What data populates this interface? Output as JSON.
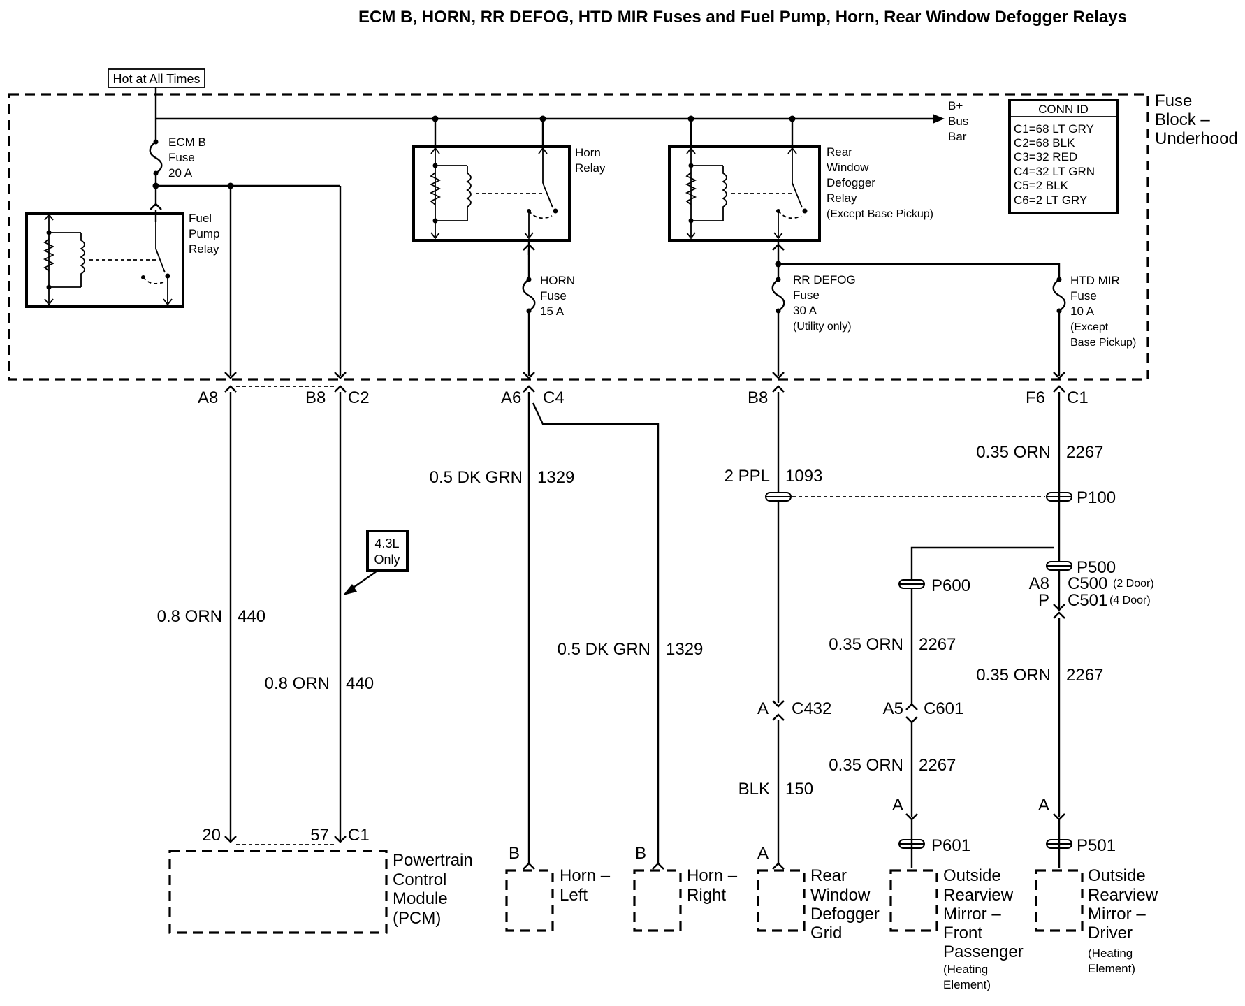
{
  "title": "ECM B, HORN, RR DEFOG, HTD MIR Fuses and Fuel Pump, Horn, Rear Window Defogger Relays",
  "hot_label": "Hot at All Times",
  "fuse_block": [
    "Fuse",
    "Block –",
    "Underhood"
  ],
  "bus_bar": [
    "B+",
    "Bus",
    "Bar"
  ],
  "conn_id": {
    "heading": "CONN ID",
    "rows": [
      "C1=68 LT GRY",
      "C2=68 BLK",
      "C3=32 RED",
      "C4=32 LT GRN",
      "C5=2 BLK",
      "C6=2 LT GRY"
    ]
  },
  "relays": {
    "fuel_pump": [
      "Fuel",
      "Pump",
      "Relay"
    ],
    "horn": [
      "Horn",
      "Relay"
    ],
    "defog": [
      "Rear",
      "Window",
      "Defogger",
      "Relay",
      "(Except Base Pickup)"
    ]
  },
  "fuses": {
    "ecm_b": [
      "ECM B",
      "Fuse",
      "20 A"
    ],
    "horn": [
      "HORN",
      "Fuse",
      "15 A"
    ],
    "rr_defog": [
      "RR DEFOG",
      "Fuse",
      "30 A",
      "(Utility only)"
    ],
    "htd_mir": [
      "HTD MIR",
      "Fuse",
      "10 A",
      "(Except",
      "Base Pickup)"
    ]
  },
  "pins": {
    "a8": "A8",
    "b8": "B8",
    "c2": "C2",
    "a6": "A6",
    "c4": "C4",
    "b8b": "B8",
    "f6": "F6",
    "c1": "C1"
  },
  "wires": {
    "w1_color": "0.8 ORN",
    "w1_num": "440",
    "w2_color": "0.8 ORN",
    "w2_num": "440",
    "w3_color": "0.5 DK GRN",
    "w3_num": "1329",
    "w4_color": "0.5 DK GRN",
    "w4_num": "1329",
    "w5_color": "2 PPL",
    "w5_num": "1093",
    "w6_color": "BLK",
    "w6_num": "150",
    "w7_color": "0.35 ORN",
    "w7_num": "2267",
    "w8_color": "0.35 ORN",
    "w8_num": "2267",
    "w9_color": "0.35 ORN",
    "w9_num": "2267",
    "w10_color": "0.35 ORN",
    "w10_num": "2267"
  },
  "note_43l": [
    "4.3L",
    "Only"
  ],
  "splices": {
    "p100": "P100",
    "p500": "P500",
    "p600": "P600",
    "p601": "P601",
    "p501": "P501"
  },
  "connectors": {
    "c500_pin": "A8",
    "c500": "C500",
    "c500_note": "(2 Door)",
    "c501_pin": "P",
    "c501": "C501",
    "c501_note": "(4 Door)",
    "c432_pin": "A",
    "c432": "C432",
    "c601_pin": "A5",
    "c601": "C601",
    "p601_pin": "A",
    "p501_pin": "A"
  },
  "components": {
    "pcm": {
      "pin1": "20",
      "pin2": "57",
      "conn": "C1",
      "label": [
        "Powertrain",
        "Control",
        "Module",
        "(PCM)"
      ]
    },
    "horn_left": {
      "pin": "B",
      "label": [
        "Horn –",
        "Left"
      ]
    },
    "horn_right": {
      "pin": "B",
      "label": [
        "Horn –",
        "Right"
      ]
    },
    "defog_grid": {
      "pin": "A",
      "label": [
        "Rear",
        "Window",
        "Defogger",
        "Grid"
      ]
    },
    "mirror_pass": {
      "label": [
        "Outside",
        "Rearview",
        "Mirror –",
        "Front",
        "Passenger"
      ],
      "note": [
        "(Heating",
        "Element)"
      ]
    },
    "mirror_drv": {
      "label": [
        "Outside",
        "Rearview",
        "Mirror –",
        "Driver"
      ],
      "note": [
        "(Heating",
        "Element)"
      ]
    }
  }
}
